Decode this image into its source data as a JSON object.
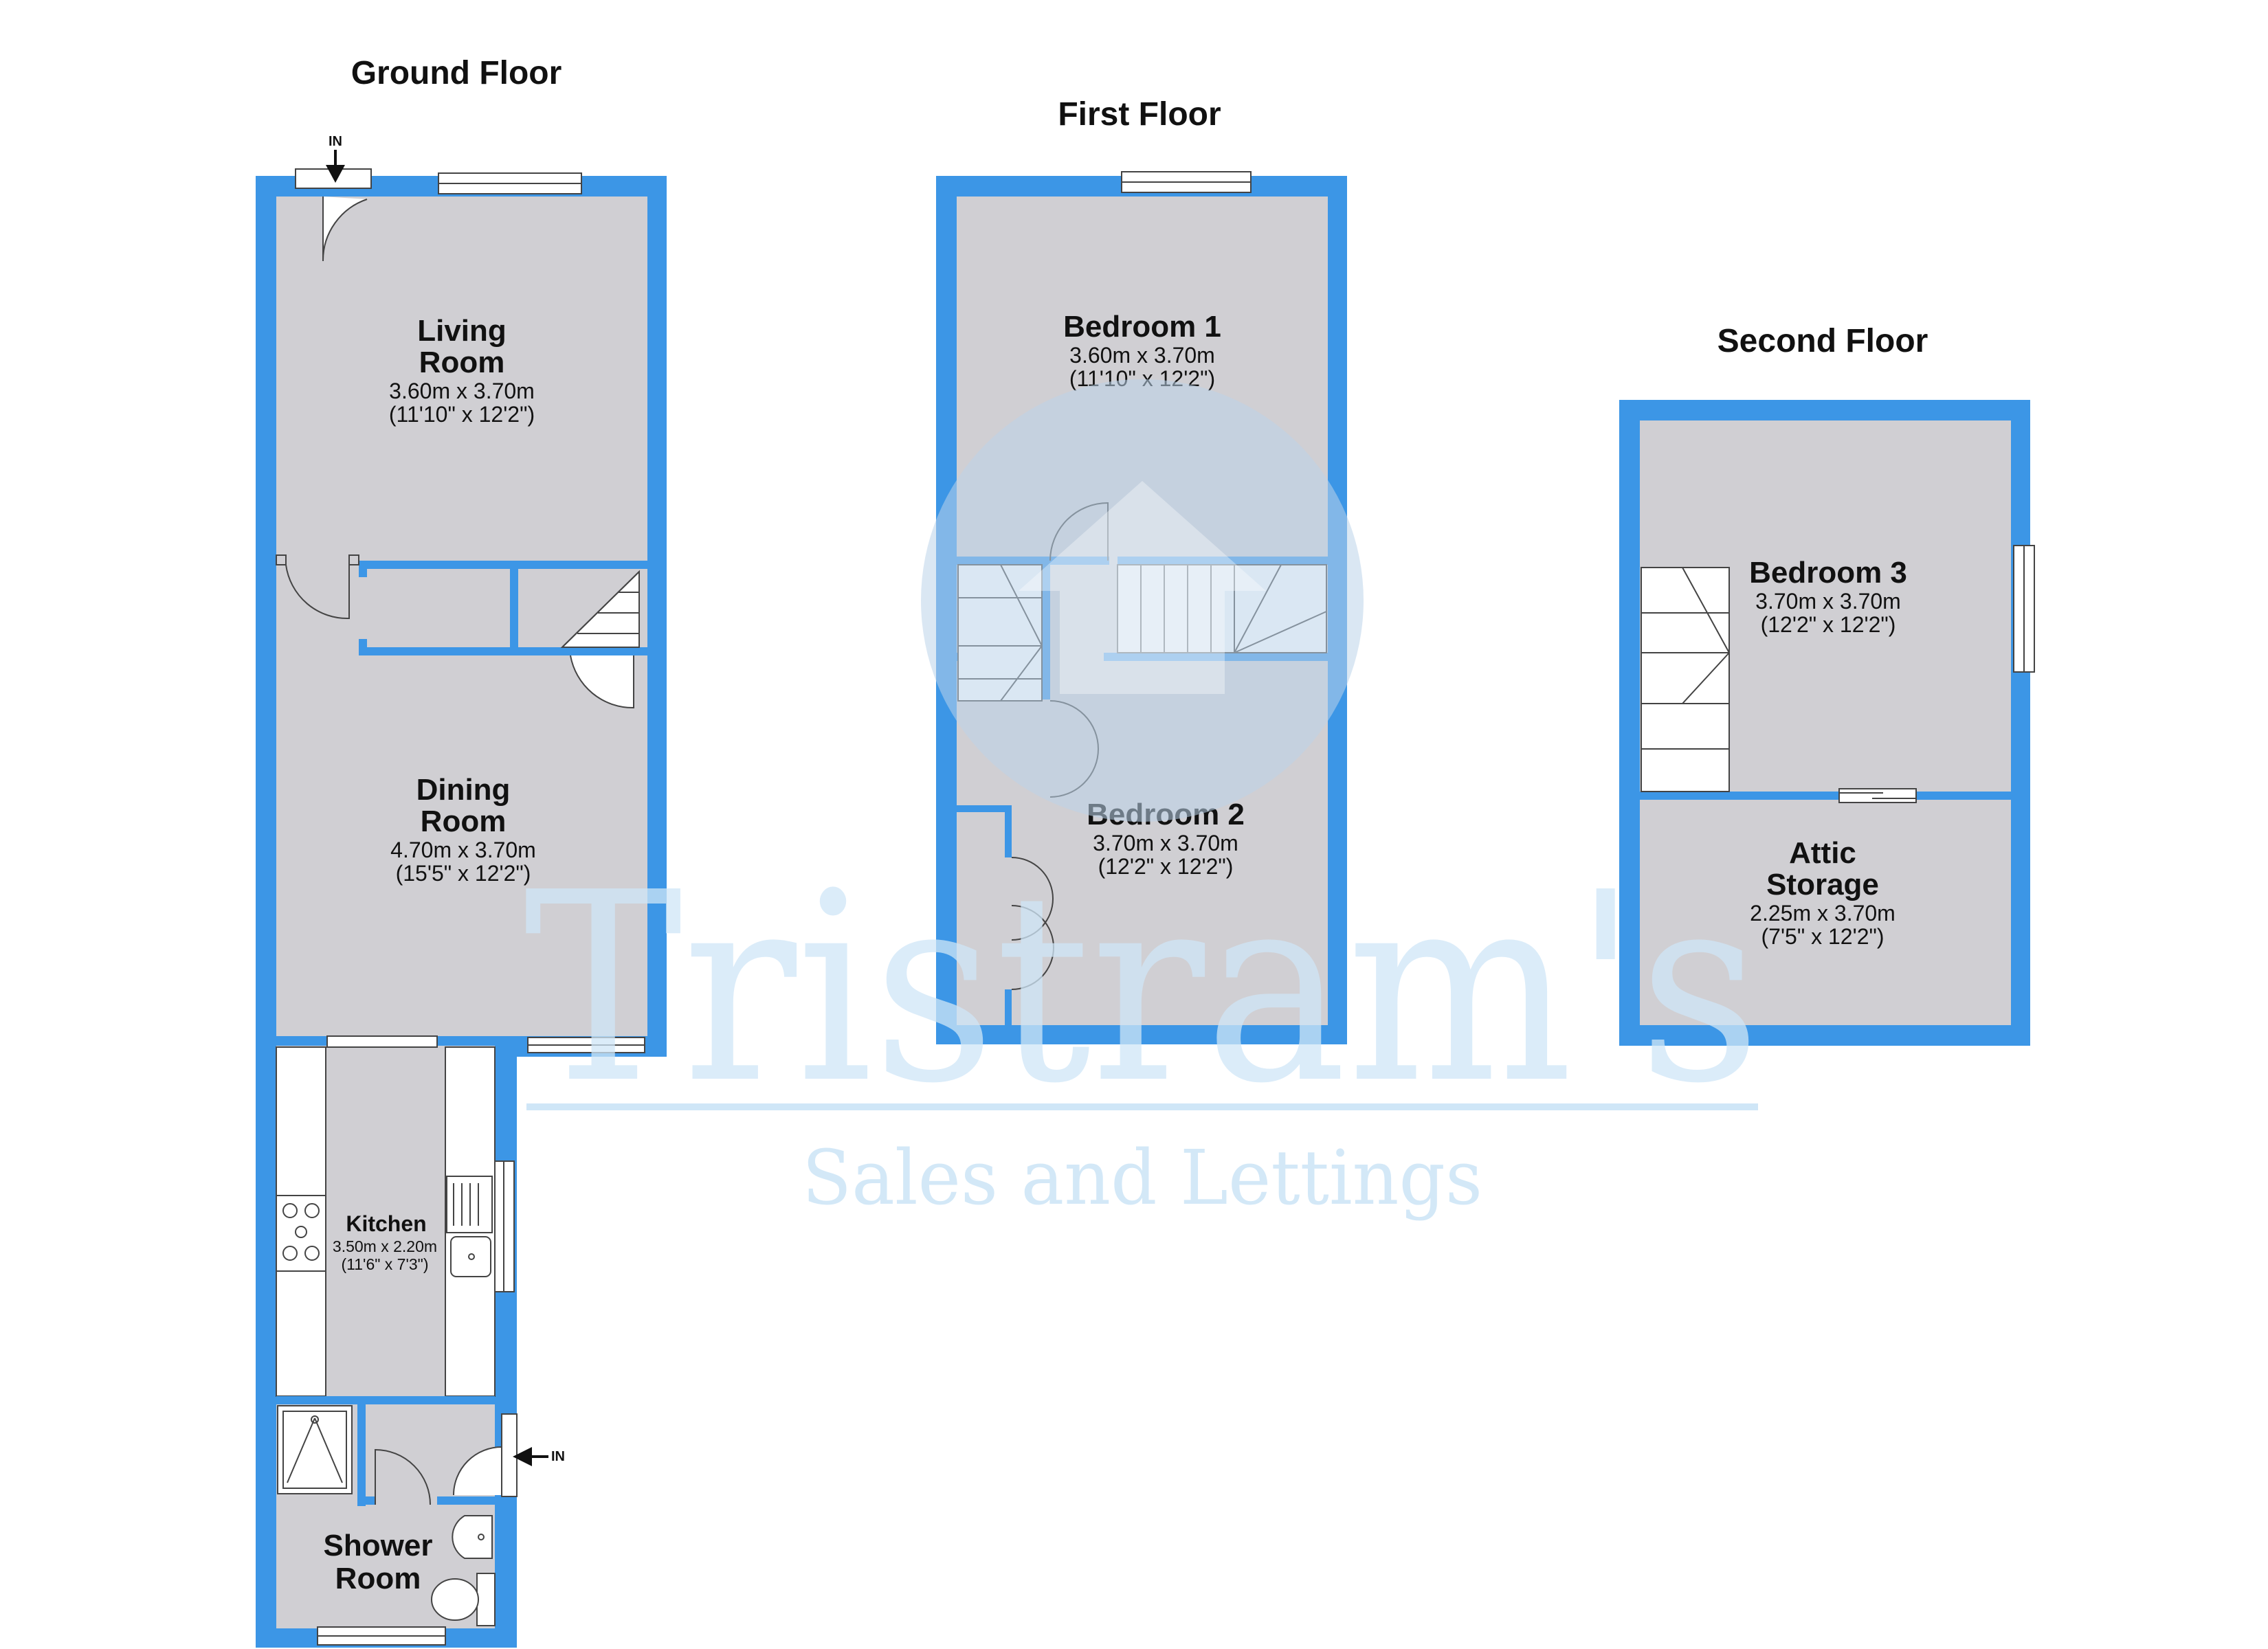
{
  "colors": {
    "wall": "#3c96e6",
    "floor": "#d0cfd3",
    "line": "#444444",
    "watermark": "#cfe6f7"
  },
  "floors": {
    "ground": {
      "title": "Ground Floor",
      "living_room": {
        "name_line1": "Living",
        "name_line2": "Room",
        "dim_m": "3.60m x 3.70m",
        "dim_ft": "(11'10\" x 12'2\")"
      },
      "dining_room": {
        "name_line1": "Dining",
        "name_line2": "Room",
        "dim_m": "4.70m x 3.70m",
        "dim_ft": "(15'5\" x 12'2\")"
      },
      "kitchen": {
        "name": "Kitchen",
        "dim_m": "3.50m x 2.20m",
        "dim_ft": "(11'6\" x 7'3\")"
      },
      "shower_room": {
        "name_line1": "Shower",
        "name_line2": "Room"
      },
      "entrance_label_top": "IN",
      "entrance_label_side": "IN"
    },
    "first": {
      "title": "First Floor",
      "bedroom_1": {
        "name": "Bedroom 1",
        "dim_m": "3.60m x 3.70m",
        "dim_ft": "(11'10\" x 12'2\")"
      },
      "bedroom_2": {
        "name": "Bedroom 2",
        "dim_m": "3.70m x 3.70m",
        "dim_ft": "(12'2\" x 12'2\")"
      }
    },
    "second": {
      "title": "Second Floor",
      "bedroom_3": {
        "name": "Bedroom 3",
        "dim_m": "3.70m x 3.70m",
        "dim_ft": "(12'2\" x 12'2\")"
      },
      "attic_storage": {
        "name_line1": "Attic",
        "name_line2": "Storage",
        "dim_m": "2.25m x 3.70m",
        "dim_ft": "(7'5\" x 12'2\")"
      }
    }
  },
  "watermark": {
    "brand": "Tristram's",
    "tagline": "Sales and Lettings"
  }
}
